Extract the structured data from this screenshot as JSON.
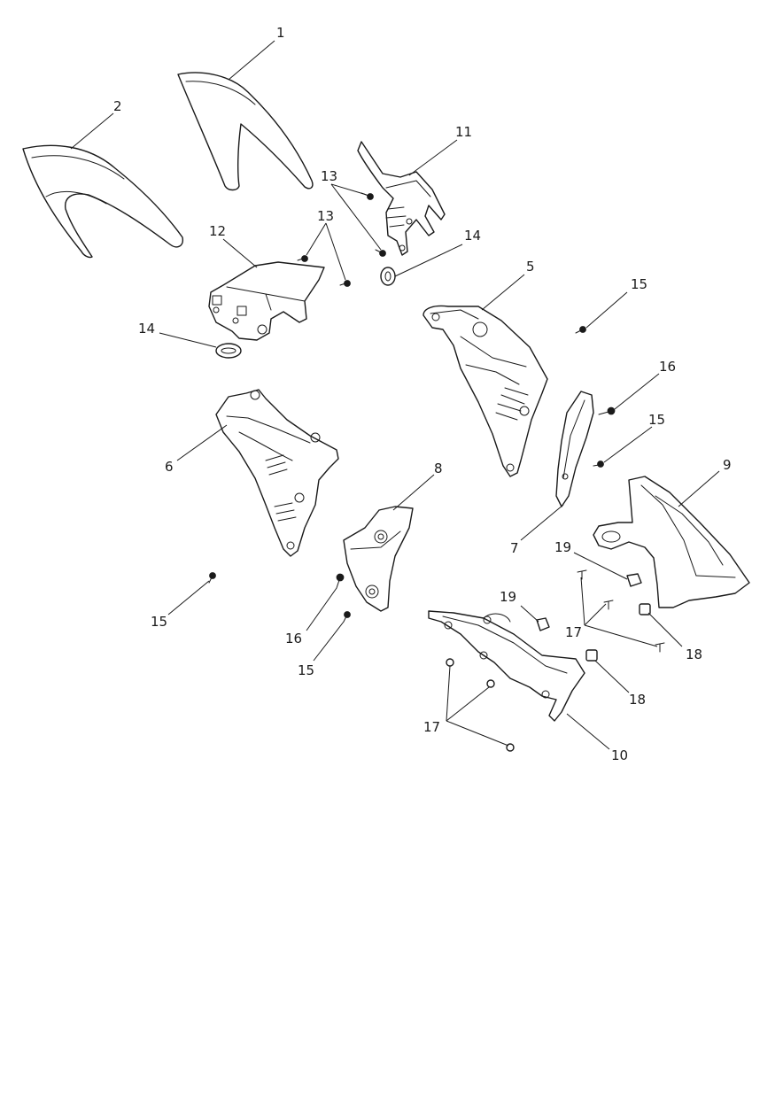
{
  "callouts": [
    {
      "id": "c1",
      "label": "1"
    },
    {
      "id": "c2",
      "label": "2"
    },
    {
      "id": "c5",
      "label": "5"
    },
    {
      "id": "c6",
      "label": "6"
    },
    {
      "id": "c7",
      "label": "7"
    },
    {
      "id": "c8",
      "label": "8"
    },
    {
      "id": "c9",
      "label": "9"
    },
    {
      "id": "c10",
      "label": "10"
    },
    {
      "id": "c11",
      "label": "11"
    },
    {
      "id": "c12",
      "label": "12"
    },
    {
      "id": "c13a",
      "label": "13"
    },
    {
      "id": "c13b",
      "label": "13"
    },
    {
      "id": "c14a",
      "label": "14"
    },
    {
      "id": "c14b",
      "label": "14"
    },
    {
      "id": "c15a",
      "label": "15"
    },
    {
      "id": "c15b",
      "label": "15"
    },
    {
      "id": "c15c",
      "label": "15"
    },
    {
      "id": "c15d",
      "label": "15"
    },
    {
      "id": "c16a",
      "label": "16"
    },
    {
      "id": "c16b",
      "label": "16"
    },
    {
      "id": "c17a",
      "label": "17"
    },
    {
      "id": "c17b",
      "label": "17"
    },
    {
      "id": "c18a",
      "label": "18"
    },
    {
      "id": "c18b",
      "label": "18"
    },
    {
      "id": "c19a",
      "label": "19"
    },
    {
      "id": "c19b",
      "label": "19"
    }
  ]
}
